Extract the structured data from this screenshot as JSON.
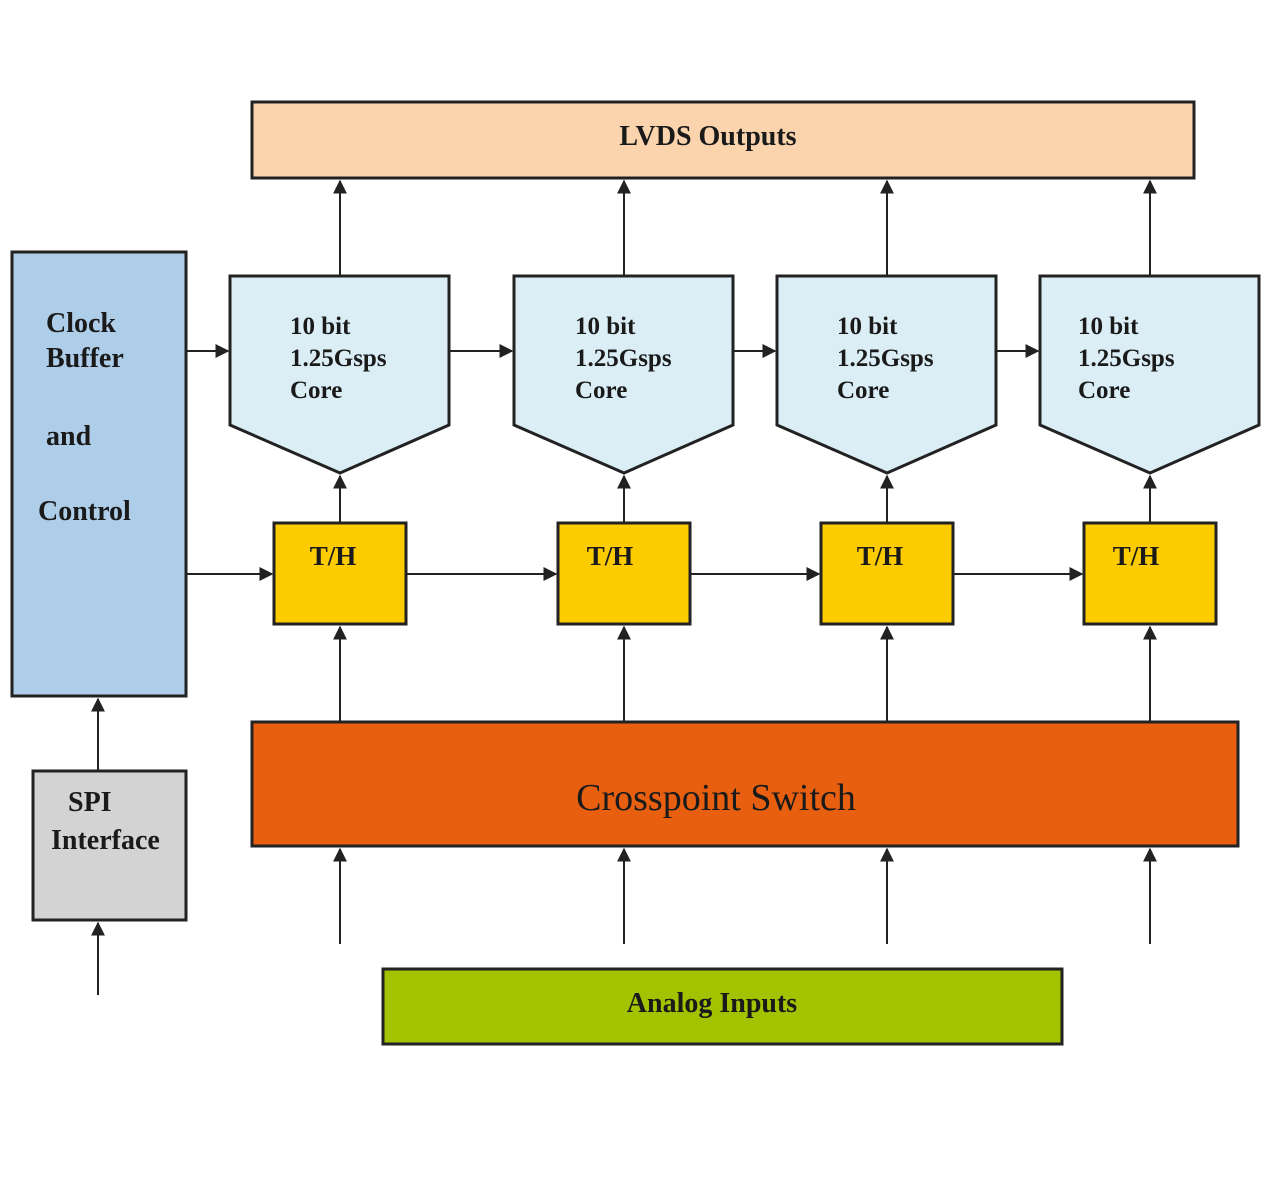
{
  "colors": {
    "lvds_fill": "#fbd4ad",
    "clock_fill": "#aecde9",
    "core_fill": "#dbeef6",
    "th_fill": "#fdcc00",
    "crosspoint_fill": "#e8600f",
    "spi_fill": "#d3d3d3",
    "analog_fill": "#a3c300",
    "stroke": "#222222"
  },
  "lvds": {
    "label": "LVDS Outputs"
  },
  "clock": {
    "line1": "Clock",
    "line2": "Buffer",
    "line3": "and",
    "line4": "Control"
  },
  "cores": [
    {
      "line1": "10 bit",
      "line2": "1.25Gsps",
      "line3": "Core"
    },
    {
      "line1": "10 bit",
      "line2": "1.25Gsps",
      "line3": "Core"
    },
    {
      "line1": "10 bit",
      "line2": "1.25Gsps",
      "line3": "Core"
    },
    {
      "line1": "10 bit",
      "line2": "1.25Gsps",
      "line3": "Core"
    }
  ],
  "track_holds": [
    {
      "label": "T/H"
    },
    {
      "label": "T/H"
    },
    {
      "label": "T/H"
    },
    {
      "label": "T/H"
    }
  ],
  "crosspoint": {
    "label": "Crosspoint Switch"
  },
  "spi": {
    "line1": "SPI",
    "line2": "Interface"
  },
  "analog": {
    "label": "Analog Inputs"
  }
}
